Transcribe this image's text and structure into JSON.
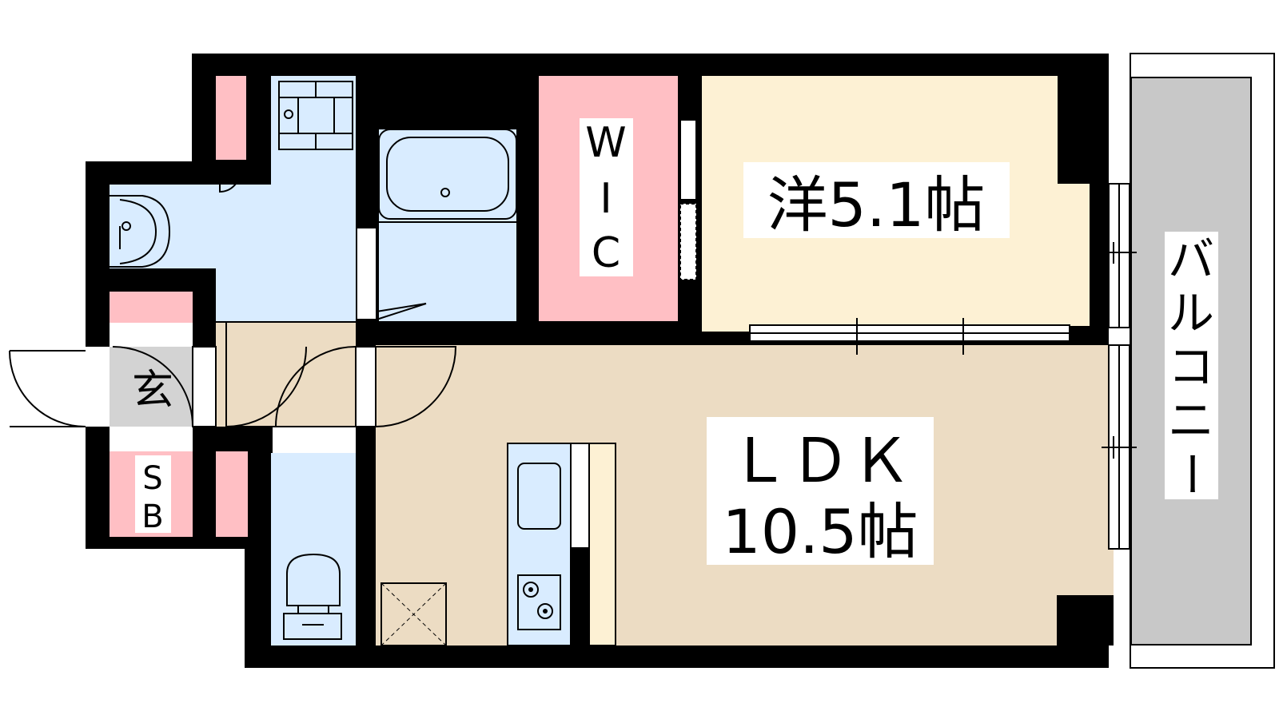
{
  "rooms": {
    "western": {
      "label": "洋5.1帖"
    },
    "ldk": {
      "line1": "ＬＤＫ",
      "line2": "10.5帖"
    },
    "wic": {
      "letters": [
        "W",
        "I",
        "C"
      ]
    },
    "entrance": {
      "label": "玄"
    },
    "shoe_box": {
      "letters": [
        "S",
        "B"
      ]
    },
    "balcony": {
      "letters": [
        "バ",
        "ル",
        "コ",
        "ニ",
        "ー"
      ]
    }
  },
  "colors": {
    "wall": "#000000",
    "water_area": "#d9ecff",
    "storage": "#ffbfc4",
    "western_floor": "#fdf1d4",
    "ldk_floor": "#ecdcc3",
    "balcony": "#c8c8c8",
    "entrance_floor": "#d3d3d3"
  }
}
